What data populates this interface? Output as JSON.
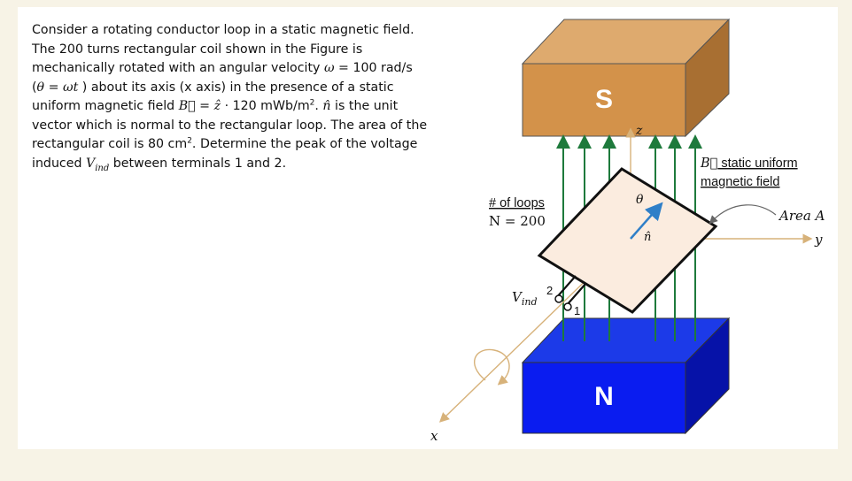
{
  "problem": {
    "line1": "Consider a rotating conductor loop in a static magnetic field.",
    "line2": "The 200 turns rectangular coil shown in the Figure is",
    "line3_a": "mechanically rotated with an angular velocity ",
    "line3_omega": "ω",
    "line3_b": " = 100 rad/s",
    "line4_a": "(",
    "line4_theta": "θ",
    "line4_b": " = ",
    "line4_wt": "ωt",
    "line4_c": " ) about its axis (x axis) in the presence of a static",
    "line5_a": "uniform magnetic field ",
    "line5_B": "B⃗",
    "line5_b": " = ",
    "line5_z": "ẑ",
    "line5_c": " · 120 mWb/m",
    "line5_sup": "2",
    "line5_d": ". ",
    "line5_n": "n̂",
    "line5_e": " is the unit",
    "line6": "vector which is normal to the rectangular loop. The area of the",
    "line7_a": "rectangular coil is 80 cm",
    "line7_sup": "2",
    "line7_b": ". Determine the peak of the voltage",
    "line8_a": "induced ",
    "line8_V": "V",
    "line8_sub": "ind",
    "line8_b": " between terminals 1 and 2."
  },
  "figure": {
    "magnet_top": "S",
    "magnet_bottom": "N",
    "axis_z": "z",
    "axis_y": "y",
    "axis_x": "x",
    "field_label_B": "B⃗",
    "field_label_1": " static uniform",
    "field_label_2": "magnetic field",
    "area_label": "Area A",
    "loops_label": "# of loops",
    "loops_value": "N = 200",
    "theta": "θ",
    "normal": "n̂",
    "v_label": "V",
    "v_sub": "ind",
    "terminal_1": "1",
    "terminal_2": "2"
  },
  "colors": {
    "magnet_s_front": "#d3924a",
    "magnet_s_top": "#deaa6e",
    "magnet_s_side": "#a86f32",
    "magnet_n_front": "#0a1cf0",
    "magnet_n_top": "#1c3ae8",
    "magnet_n_side": "#0612a8",
    "field_lines": "#1e7a3c",
    "coil_fill": "#fbecdf",
    "axis_color": "#d7b27a",
    "normal_arrow": "#2f7fc8"
  }
}
